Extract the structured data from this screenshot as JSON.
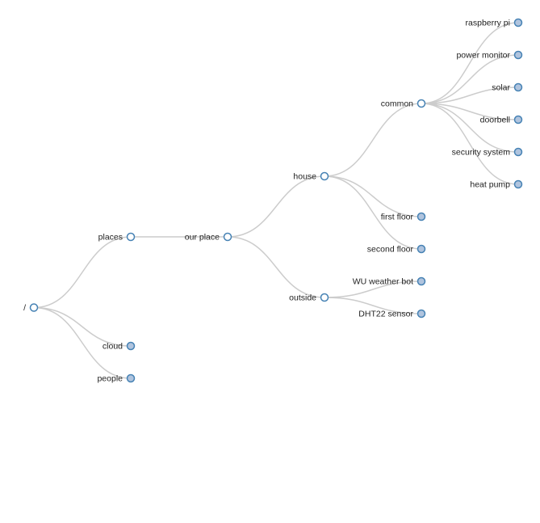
{
  "colors": {
    "link": "#cccccc",
    "node_stroke": "#4682b4",
    "collapsed_fill": "#b0c4de",
    "expanded_fill": "#ffffff",
    "label": "#222222"
  },
  "tree": {
    "name": "/",
    "children": [
      {
        "name": "places",
        "children": [
          {
            "name": "our place",
            "children": [
              {
                "name": "house",
                "children": [
                  {
                    "name": "common",
                    "children": [
                      {
                        "name": "raspberry pi"
                      },
                      {
                        "name": "power monitor"
                      },
                      {
                        "name": "solar"
                      },
                      {
                        "name": "doorbell"
                      },
                      {
                        "name": "security system"
                      },
                      {
                        "name": "heat pump"
                      }
                    ]
                  },
                  {
                    "name": "first floor"
                  },
                  {
                    "name": "second floor"
                  }
                ]
              },
              {
                "name": "outside",
                "children": [
                  {
                    "name": "WU weather bot"
                  },
                  {
                    "name": "DHT22 sensor"
                  }
                ]
              }
            ]
          }
        ]
      },
      {
        "name": "cloud"
      },
      {
        "name": "people"
      }
    ]
  }
}
